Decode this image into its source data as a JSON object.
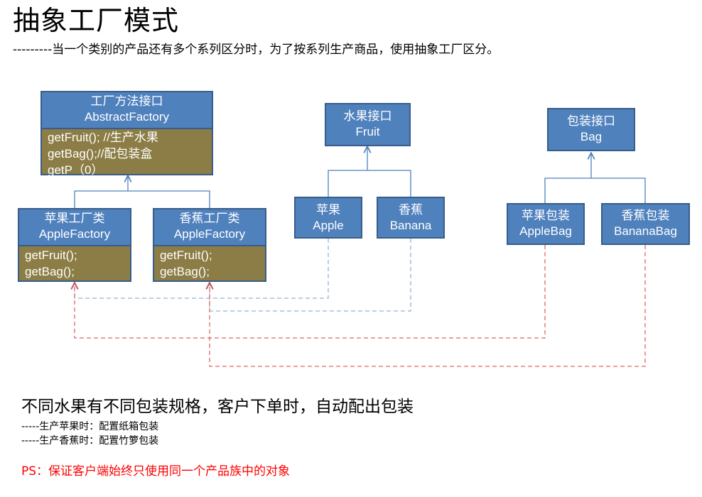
{
  "title": "抽象工厂模式",
  "subtitle": "---------当一个类别的产品还有多个系列区分时，为了按系列生产商品，使用抽象工厂区分。",
  "abstract_factory": {
    "cn": "工厂方法接口",
    "en": "AbstractFactory",
    "methods": [
      "getFruit(); //生产水果",
      "getBag();//配包装盒",
      "getP（0）"
    ]
  },
  "apple_factory": {
    "cn": "苹果工厂类",
    "en": "AppleFactory",
    "methods": [
      "getFruit();",
      "getBag();"
    ]
  },
  "banana_factory": {
    "cn": "香蕉工厂类",
    "en": "AppleFactory",
    "methods": [
      "getFruit();",
      "getBag();"
    ]
  },
  "fruit_interface": {
    "cn": "水果接口",
    "en": "Fruit"
  },
  "apple": {
    "cn": "苹果",
    "en": "Apple"
  },
  "banana": {
    "cn": "香蕉",
    "en": "Banana"
  },
  "bag_interface": {
    "cn": "包装接口",
    "en": "Bag"
  },
  "apple_bag": {
    "cn": "苹果包装",
    "en": "AppleBag"
  },
  "banana_bag": {
    "cn": "香蕉包装",
    "en": "BananaBag"
  },
  "notes": {
    "main": "不同水果有不同包装规格，客户下单时，自动配出包装",
    "line1": "-----生产苹果时：配置纸箱包装",
    "line2": "-----生产香蕉时：配置竹箩包装",
    "ps": "PS：保证客户端始终只使用同一个产品族中的对象"
  },
  "colors": {
    "box_fill": "#4f81bd",
    "box_border": "#385d8a",
    "method_fill": "#8b7d45",
    "solid_line": "#4f81bd",
    "fruit_dash": "#95b3d7",
    "bag_dash": "#e06666",
    "ps_text": "#ff0000"
  }
}
